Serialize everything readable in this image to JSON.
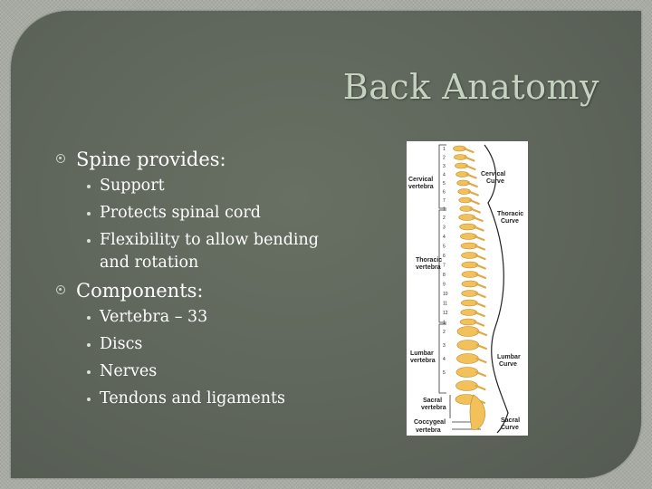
{
  "slide": {
    "title": "Back Anatomy",
    "sections": [
      {
        "heading": "Spine provides:",
        "items": [
          "Support",
          "Protects spinal cord",
          "Flexibility to allow bending and rotation"
        ]
      },
      {
        "heading": "Components:",
        "items": [
          "Vertebra – 33",
          "Discs",
          "Nerves",
          "Tendons and ligaments"
        ]
      }
    ]
  },
  "figure": {
    "labels": {
      "cervical_vertebra": [
        "Cervical",
        "vertebra"
      ],
      "thoracic_vertebra": [
        "Thoracic",
        "vertebra"
      ],
      "lumbar_vertebra": [
        "Lumbar",
        "vertebra"
      ],
      "sacral_vertebra": [
        "Sacral",
        "vertebra"
      ],
      "coccygeal_vertebra": [
        "Coccygeal",
        "vertebra"
      ],
      "cervical_curve": [
        "Cervical",
        "Curve"
      ],
      "thoracic_curve": [
        "Thoracic",
        "Curve"
      ],
      "lumbar_curve": [
        "Lumbar",
        "Curve"
      ],
      "sacral_curve": [
        "Sacral",
        "Curve"
      ]
    },
    "numbers": [
      "1",
      "2",
      "3",
      "4",
      "5",
      "6",
      "7",
      "1",
      "2",
      "3",
      "4",
      "5",
      "6",
      "7",
      "8",
      "9",
      "10",
      "11",
      "12",
      "1",
      "2",
      "3",
      "4",
      "5"
    ]
  },
  "colors": {
    "panel": "#5f665c",
    "title": "#c6d2c0",
    "text": "#ffffff",
    "bone": "#f2c15a"
  }
}
